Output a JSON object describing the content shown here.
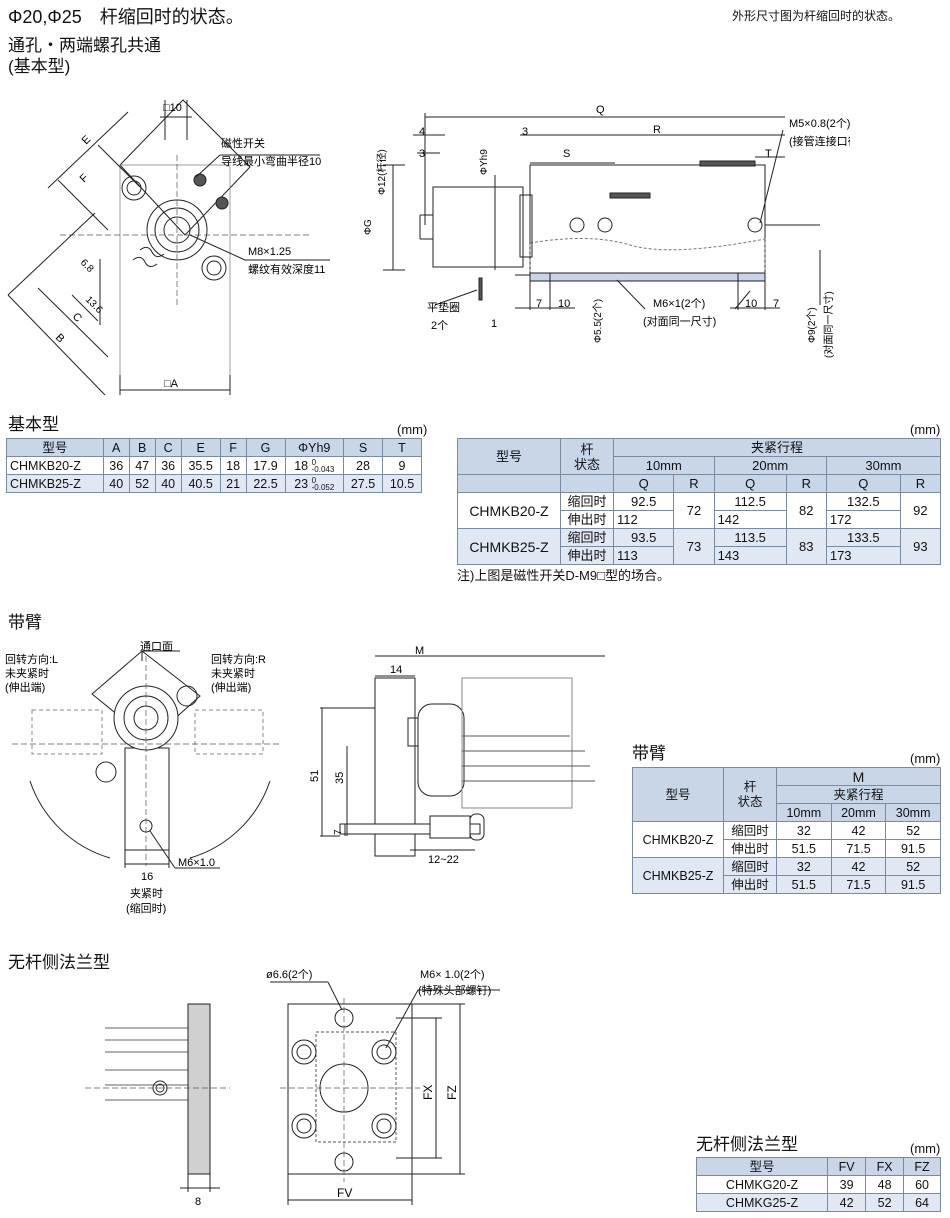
{
  "header": {
    "title": "Φ20,Φ25　杆缩回时的状态。",
    "note": "外形尺寸图为杆缩回时的状态。",
    "subtitle1": "通孔・两端螺孔共通",
    "subtitle2": "(基本型)"
  },
  "drawing1": {
    "sq10": "□10",
    "mag_switch": "磁性开关",
    "min_bend": "导线最小弯曲半径10",
    "E": "E",
    "F": "F",
    "m8": "M8×1.25",
    "m8_depth": "螺纹有效深度11",
    "d68": "6.8",
    "d136": "13.6",
    "C": "C",
    "B": "B",
    "sqA": "□A"
  },
  "drawing2": {
    "Q": "Q",
    "R": "R",
    "S": "S",
    "T": "T",
    "d4": "4",
    "d3a": "3",
    "d3b": "3",
    "phi12": "Φ12(杆径)",
    "phiYh9": "ΦYh9",
    "phiG": "ΦG",
    "m5": "M5×0.8(2个)",
    "m5_note": "(接管连接口径)",
    "washer": "平垫圈",
    "washer_qty": "2个",
    "d1": "1",
    "d7a": "7",
    "d10a": "10",
    "phi55": "Φ5.5(2个)",
    "m6": "M6×1(2个)",
    "m6_note": "(对面同一尺寸)",
    "d10b": "10",
    "d7b": "7",
    "phi9": "Φ9(2个)",
    "phi9_note": "(对面同一尺寸)"
  },
  "basic_table": {
    "title": "基本型",
    "unit": "(mm)",
    "headers": [
      "型号",
      "A",
      "B",
      "C",
      "E",
      "F",
      "G",
      "ΦYh9",
      "S",
      "T"
    ],
    "rows": [
      {
        "model": "CHMKB20-Z",
        "A": "36",
        "B": "47",
        "C": "36",
        "E": "35.5",
        "F": "18",
        "G": "17.9",
        "Y": "18",
        "Y_up": "0",
        "Y_low": "-0.043",
        "S": "28",
        "T": "9"
      },
      {
        "model": "CHMKB25-Z",
        "A": "40",
        "B": "52",
        "C": "40",
        "E": "40.5",
        "F": "21",
        "G": "22.5",
        "Y": "23",
        "Y_up": "0",
        "Y_low": "-0.052",
        "S": "27.5",
        "T": "10.5"
      }
    ]
  },
  "stroke_table": {
    "unit": "(mm)",
    "h_model": "型号",
    "h_state": "杆\n状态",
    "h_stroke": "夹紧行程",
    "strokes": [
      "10mm",
      "20mm",
      "30mm"
    ],
    "q": "Q",
    "r": "R",
    "rows": [
      {
        "model": "CHMKB20-Z",
        "s1": "缩回时",
        "s2": "伸出时",
        "q10a": "92.5",
        "q10b": "112",
        "r10": "72",
        "q20a": "112.5",
        "q20b": "142",
        "r20": "82",
        "q30a": "132.5",
        "q30b": "172",
        "r30": "92"
      },
      {
        "model": "CHMKB25-Z",
        "s1": "缩回时",
        "s2": "伸出时",
        "q10a": "93.5",
        "q10b": "113",
        "r10": "73",
        "q20a": "113.5",
        "q20b": "143",
        "r20": "83",
        "q30a": "133.5",
        "q30b": "173",
        "r30": "93"
      }
    ],
    "note": "注)上图是磁性开关D-M9□型的场合。"
  },
  "arm": {
    "title": "带臂",
    "port_face": "通口面",
    "dir_l": "回转方向:L",
    "unclamped_l": "未夹紧时",
    "extend_l": "(伸出端)",
    "dir_r": "回转方向:R",
    "unclamped_r": "未夹紧时",
    "extend_r": "(伸出端)",
    "d16": "16",
    "m6": "M6×1.0",
    "clamped": "夹紧时",
    "retracted": "(缩回时)",
    "M": "M",
    "d14": "14",
    "d51": "51",
    "d35": "35",
    "d7": "7",
    "d1222": "12~22"
  },
  "arm_table": {
    "title": "带臂",
    "unit": "(mm)",
    "h_model": "型号",
    "h_state": "杆\n状态",
    "h_M": "M",
    "h_stroke": "夹紧行程",
    "strokes": [
      "10mm",
      "20mm",
      "30mm"
    ],
    "rows": [
      {
        "model": "CHMKB20-Z",
        "s1": "缩回时",
        "s2": "伸出时",
        "a": [
          "32",
          "42",
          "52"
        ],
        "b": [
          "51.5",
          "71.5",
          "91.5"
        ]
      },
      {
        "model": "CHMKB25-Z",
        "s1": "缩回时",
        "s2": "伸出时",
        "a": [
          "32",
          "42",
          "52"
        ],
        "b": [
          "51.5",
          "71.5",
          "91.5"
        ]
      }
    ]
  },
  "flange": {
    "title": "无杆侧法兰型",
    "phi66": "ø6.6(2个)",
    "m6": "M6× 1.0(2个)",
    "m6_note": "(特殊头部螺钉)",
    "FX": "FX",
    "FZ": "FZ",
    "FV": "FV",
    "d8": "8"
  },
  "flange_table": {
    "title": "无杆侧法兰型",
    "unit": "(mm)",
    "headers": [
      "型号",
      "FV",
      "FX",
      "FZ"
    ],
    "rows": [
      {
        "model": "CHMKG20-Z",
        "FV": "39",
        "FX": "48",
        "FZ": "60"
      },
      {
        "model": "CHMKG25-Z",
        "FV": "42",
        "FX": "52",
        "FZ": "64"
      }
    ]
  },
  "colors": {
    "header_fill": "#c8d6e8",
    "row_fill": "#dfe8f3",
    "hatch_blue": "#c9d3ea",
    "line": "#222222"
  }
}
